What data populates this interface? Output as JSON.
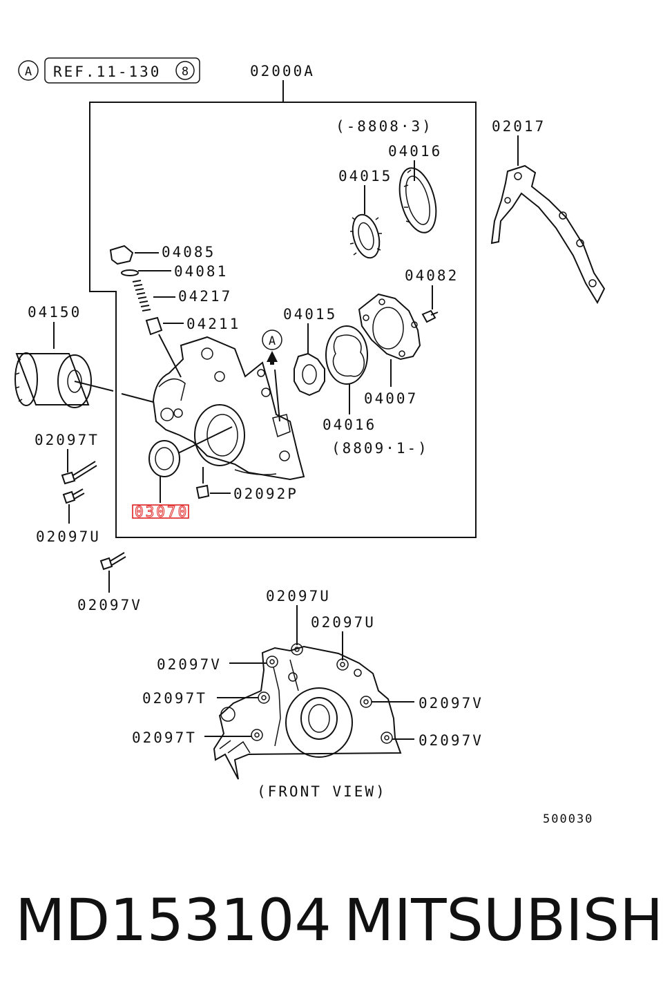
{
  "header": {
    "ref_marker": "A",
    "ref_text": "REF.11-130",
    "ref_sub": "8"
  },
  "assembly_label": "02000A",
  "date_range_early": "(-8808·3)",
  "date_range_late": "(8809·1-)",
  "front_view_label": "(FRONT VIEW)",
  "diagram_number": "500030",
  "arrow_marker": "A",
  "labels": {
    "l02017": "02017",
    "l04016_top": "04016",
    "l04015_top": "04015",
    "l04085": "04085",
    "l04081": "04081",
    "l04217": "04217",
    "l04211": "04211",
    "l04150": "04150",
    "l04082": "04082",
    "l04015_mid": "04015",
    "l04007": "04007",
    "l04016_mid": "04016",
    "l02097T": "02097T",
    "l02092P": "02092P",
    "l03070": "03070",
    "l02097U": "02097U",
    "l02097V": "02097V",
    "fv_02097U_a": "02097U",
    "fv_02097U_b": "02097U",
    "fv_02097V_left": "02097V",
    "fv_02097T_a": "02097T",
    "fv_02097T_b": "02097T",
    "fv_02097V_right_a": "02097V",
    "fv_02097V_right_b": "02097V"
  },
  "highlight_color": "#e02020",
  "footer": {
    "part_number": "MD153104",
    "brand": "MITSUBISHI"
  }
}
